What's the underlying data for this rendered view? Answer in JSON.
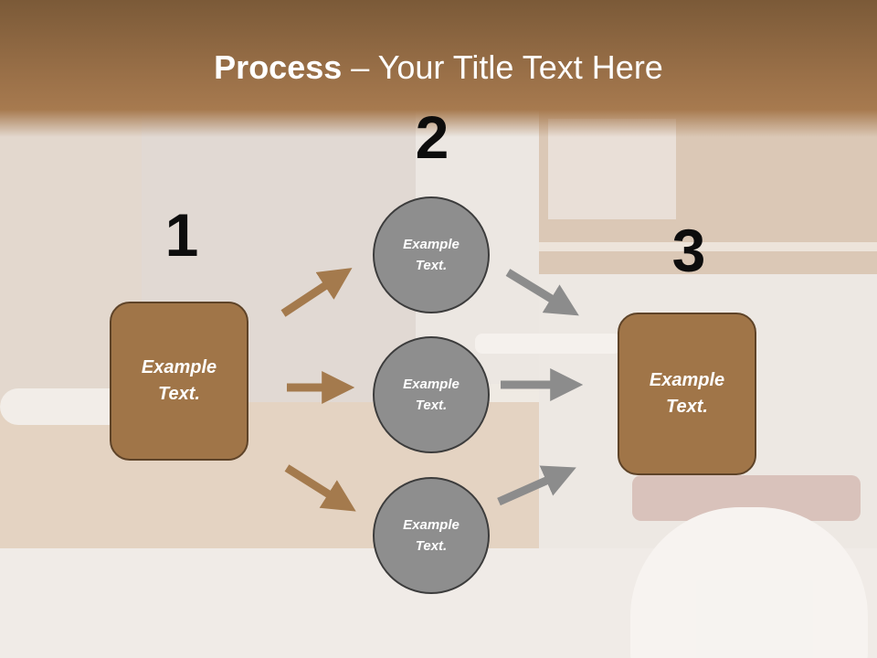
{
  "title": {
    "bold": "Process",
    "rest": " – Your Title Text Here"
  },
  "steps": [
    {
      "number": "1",
      "text": "Example Text."
    },
    {
      "number": "2",
      "items": [
        "Example Text.",
        "Example Text.",
        "Example Text."
      ]
    },
    {
      "number": "3",
      "text": "Example Text."
    }
  ],
  "colors": {
    "box": "#a07548",
    "circle": "#8e8e8e",
    "arrow_brown": "#a47a4d",
    "arrow_gray": "#8c8c8c"
  }
}
